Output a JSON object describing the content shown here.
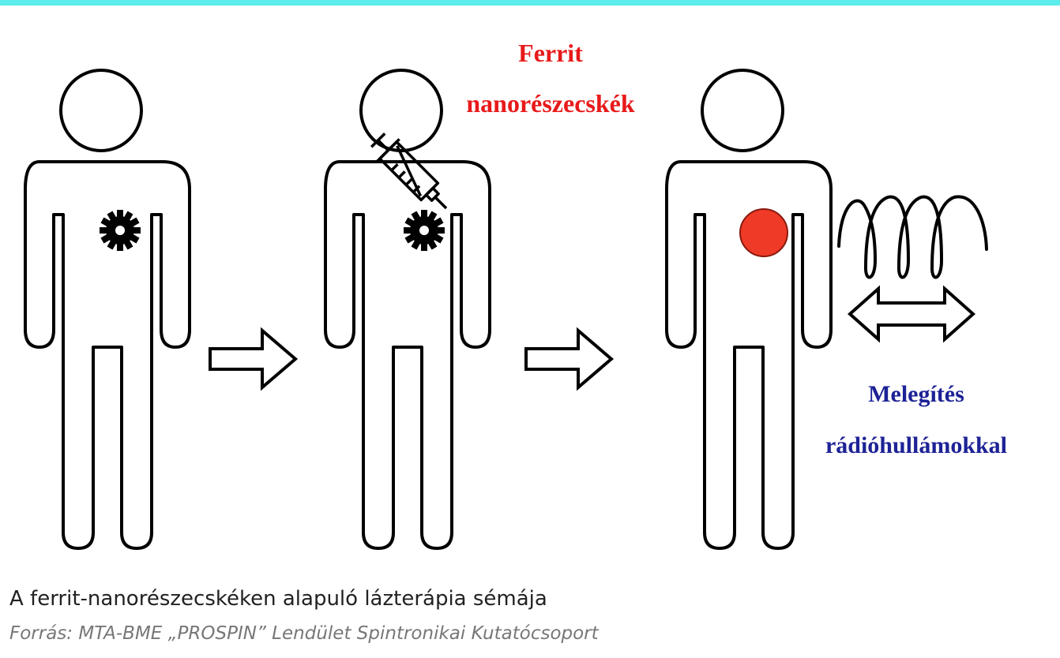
{
  "colors": {
    "top_bar": "#5cecec",
    "label_red": "#e81a1a",
    "label_blue": "#1d2296",
    "heated_spot": "#ef3a27",
    "outline": "#000000"
  },
  "diagram": {
    "label_ferrite_line1": "Ferrit",
    "label_ferrite_line2": "nanorészecskék",
    "label_heating_line1": "Melegítés",
    "label_heating_line2": "rádióhullámokkal"
  },
  "caption": {
    "title": "A ferrit-nanorészecskéken alapuló lázterápia sémája",
    "source": "Forrás: MTA-BME „PROSPIN” Lendület Spintronikai Kutatócsoport"
  },
  "icons": [
    "person-outline-icon",
    "tumor-gear-icon",
    "syringe-icon",
    "right-arrow-icon",
    "coil-icon",
    "double-arrow-icon"
  ]
}
